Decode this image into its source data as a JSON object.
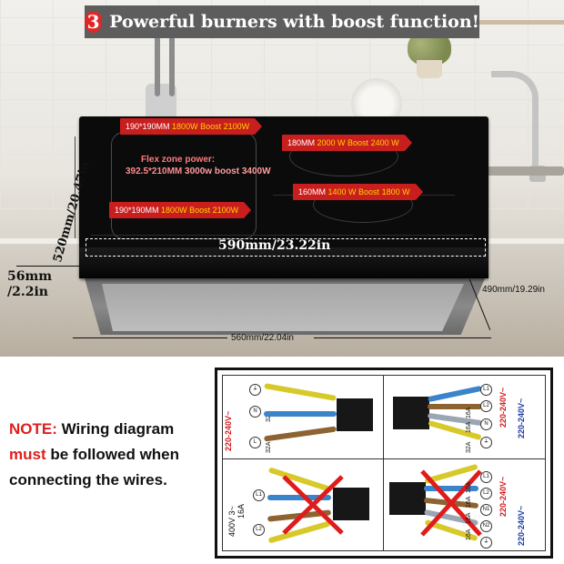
{
  "banner": {
    "number": "3",
    "text": "Powerful burners with boost function!"
  },
  "burners": {
    "top_left": {
      "size": "190*190MM",
      "power": "1800W Boost",
      "boost": "2100W"
    },
    "top_right": {
      "size": "180MM",
      "power": "2000 W Boost 2400 W"
    },
    "flex_title": "Flex zone power:",
    "flex_size": "392.5*210MM",
    "flex_power": "3000w boost 3400W",
    "mid_right": {
      "size": "160MM",
      "power": "1400 W Boost 1800 W"
    },
    "bottom_left": {
      "size": "190*190MM",
      "power": "1800W Boost",
      "boost": "2100W"
    }
  },
  "dimensions": {
    "depth_top": "520mm/20.47in",
    "width_top": "590mm/23.22in",
    "height_main": "56mm",
    "height_alt": "/2.2in",
    "cutout_depth": "490mm/19.29in",
    "cutout_width": "560mm/22.04in"
  },
  "note": {
    "label": "NOTE:",
    "line1_rest": " Wiring diagram",
    "must": "must",
    "line2_rest": " be followed when",
    "line3": "connecting the wires."
  },
  "wiring": {
    "q1": {
      "voltage": "220-240V~",
      "amp1": "32A",
      "amp2": "32A",
      "t1": "N",
      "t2": "L"
    },
    "q2": {
      "voltage_outer": "220-240V~",
      "voltage_inner": "220-240V~",
      "amp1": "16A",
      "amp2": "16A",
      "amp3": "32A",
      "t1": "L1",
      "t2": "L2",
      "t3": "N"
    },
    "q3": {
      "voltage": "400V 3~",
      "amp": "16A",
      "t1": "L1",
      "t2": "L2"
    },
    "q4": {
      "voltage_outer": "220-240V~",
      "voltage_inner": "220-240V~",
      "amp1": "16A",
      "amp2": "16A",
      "amp3": "16A",
      "amp4": "16A",
      "t1": "L1",
      "t2": "L2",
      "t3": "N1",
      "t4": "N2"
    }
  },
  "colors": {
    "accent_red": "#c91e1e",
    "label_yellow": "#ffd400",
    "banner_gray": "#5d5d5d"
  }
}
